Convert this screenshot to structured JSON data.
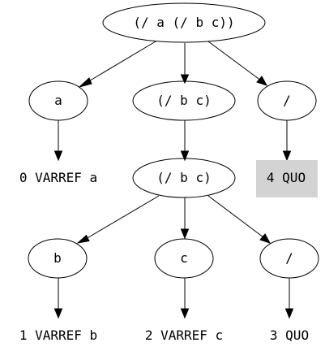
{
  "colors": {
    "root_stroke": "#1a1acd",
    "highlight_fill": "#d3d3d3",
    "stroke": "#000000",
    "text": "#000000"
  },
  "nodes": {
    "root": {
      "label": "(/ a (/ b c))",
      "shape": "ellipse"
    },
    "a": {
      "label": "a",
      "shape": "ellipse"
    },
    "sub_expr": {
      "label": "(/ b c)",
      "shape": "ellipse"
    },
    "div_outer": {
      "label": "/",
      "shape": "ellipse"
    },
    "varref_a": {
      "label": "0 VARREF a",
      "shape": "plaintext"
    },
    "sub_expr_inner": {
      "label": "(/ b c)",
      "shape": "ellipse"
    },
    "quo_4": {
      "label": "4 QUO",
      "shape": "box-filled"
    },
    "b": {
      "label": "b",
      "shape": "ellipse"
    },
    "c": {
      "label": "c",
      "shape": "ellipse"
    },
    "div_inner": {
      "label": "/",
      "shape": "ellipse"
    },
    "varref_b": {
      "label": "1 VARREF b",
      "shape": "plaintext"
    },
    "varref_c": {
      "label": "2 VARREF c",
      "shape": "plaintext"
    },
    "quo_3": {
      "label": "3 QUO",
      "shape": "plaintext"
    }
  },
  "edges": [
    {
      "from": "root",
      "to": "a"
    },
    {
      "from": "root",
      "to": "sub_expr"
    },
    {
      "from": "root",
      "to": "div_outer"
    },
    {
      "from": "a",
      "to": "varref_a"
    },
    {
      "from": "sub_expr",
      "to": "sub_expr_inner"
    },
    {
      "from": "div_outer",
      "to": "quo_4"
    },
    {
      "from": "sub_expr_inner",
      "to": "b"
    },
    {
      "from": "sub_expr_inner",
      "to": "c"
    },
    {
      "from": "sub_expr_inner",
      "to": "div_inner"
    },
    {
      "from": "b",
      "to": "varref_b"
    },
    {
      "from": "c",
      "to": "varref_c"
    },
    {
      "from": "div_inner",
      "to": "quo_3"
    }
  ]
}
